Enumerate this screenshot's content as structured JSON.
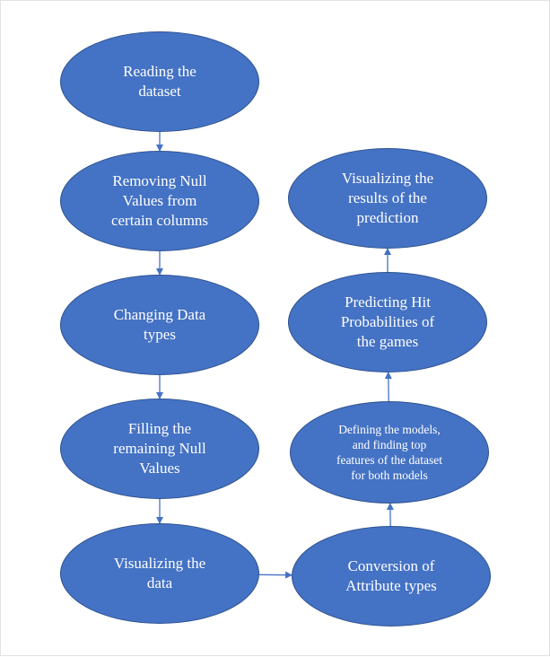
{
  "nodes": [
    {
      "id": "n1",
      "label": "Reading the\ndataset"
    },
    {
      "id": "n2",
      "label": "Removing Null\nValues from\ncertain columns"
    },
    {
      "id": "n3",
      "label": "Changing Data\ntypes"
    },
    {
      "id": "n4",
      "label": "Filling the\nremaining Null\nValues"
    },
    {
      "id": "n5",
      "label": "Visualizing the\ndata"
    },
    {
      "id": "n6",
      "label": "Conversion of\nAttribute types"
    },
    {
      "id": "n7",
      "label": "Defining the models,\nand finding top\nfeatures of the dataset\nfor both models"
    },
    {
      "id": "n8",
      "label": "Predicting Hit\nProbabilities of\nthe games"
    },
    {
      "id": "n9",
      "label": "Visualizing the\nresults of the\nprediction"
    }
  ],
  "edges": [
    {
      "from": "n1",
      "to": "n2"
    },
    {
      "from": "n2",
      "to": "n3"
    },
    {
      "from": "n3",
      "to": "n4"
    },
    {
      "from": "n4",
      "to": "n5"
    },
    {
      "from": "n5",
      "to": "n6"
    },
    {
      "from": "n6",
      "to": "n7"
    },
    {
      "from": "n7",
      "to": "n8"
    },
    {
      "from": "n8",
      "to": "n9"
    }
  ],
  "colors": {
    "node_fill": "#4472c4",
    "node_border": "#2f528f",
    "node_text": "#ffffff",
    "arrow": "#4472c4"
  }
}
